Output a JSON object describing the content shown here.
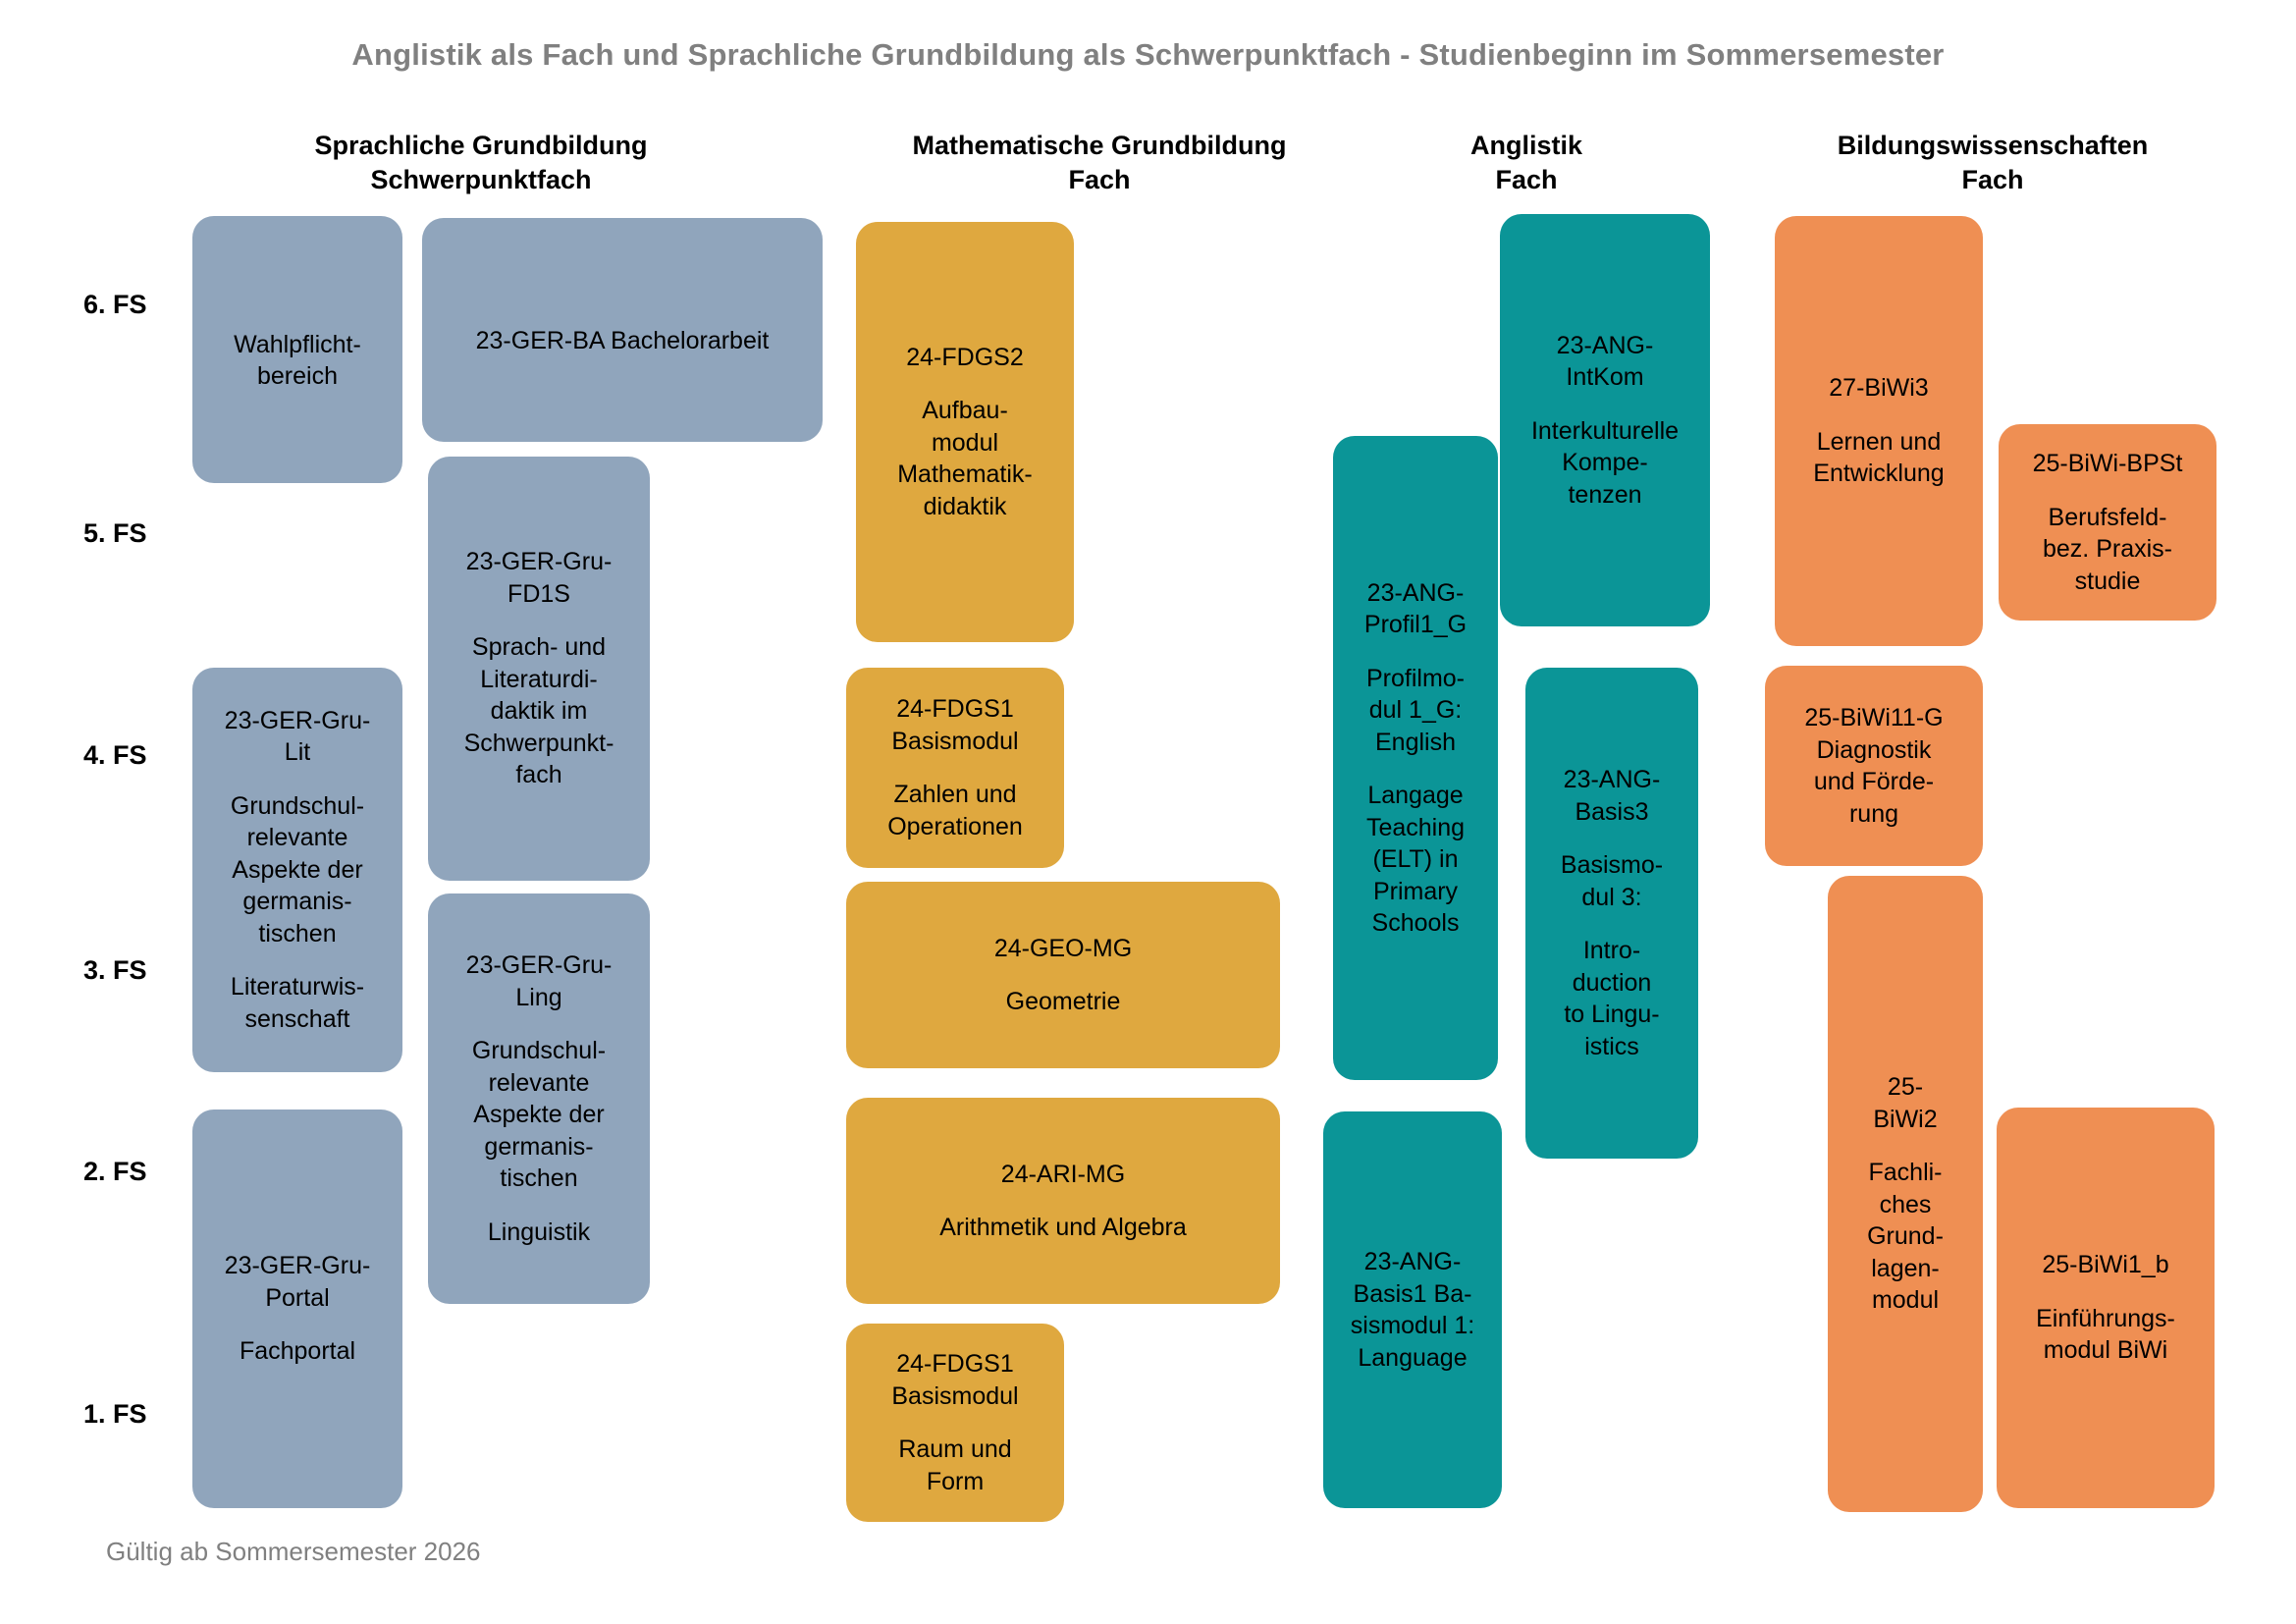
{
  "title": "Anglistik als Fach und Sprachliche Grundbildung als Schwerpunktfach - Studienbeginn im Sommersemester",
  "footnote": "Gültig ab Sommersemester 2026",
  "colors": {
    "blue": "#90a5bc",
    "gold": "#dfa83f",
    "teal": "#0b9597",
    "salmon": "#ef8f53",
    "title_gray": "#808080"
  },
  "column_headers": [
    {
      "line1": "Sprachliche Grundbildung",
      "line2": "Schwerpunktfach"
    },
    {
      "line1": "Mathematische Grundbildung",
      "line2": "Fach"
    },
    {
      "line1": "Anglistik",
      "line2": "Fach"
    },
    {
      "line1": "Bildungswissenschaften",
      "line2": "Fach"
    }
  ],
  "semester_labels": [
    {
      "label": "6. FS"
    },
    {
      "label": "5. FS"
    },
    {
      "label": "4. FS"
    },
    {
      "label": "3. FS"
    },
    {
      "label": "2. FS"
    },
    {
      "label": "1. FS"
    }
  ],
  "modules": [
    {
      "code": "",
      "paras": [
        "Wahlpflicht-\nbereich"
      ],
      "color": "blue"
    },
    {
      "code": "",
      "paras": [
        "23-GER-BA Bachelorarbeit"
      ],
      "color": "blue"
    },
    {
      "code": "23-GER-Gru-\nFD1S",
      "paras": [
        "Sprach- und\nLiteraturdi-\ndaktik im\nSchwerpunkt-\nfach"
      ],
      "color": "blue"
    },
    {
      "code": "23-GER-Gru-\nLit",
      "paras": [
        "Grundschul-\nrelevante\nAspekte der\ngermanis-\ntischen",
        "Literaturwis-\nsenschaft"
      ],
      "color": "blue"
    },
    {
      "code": "23-GER-Gru-\nLing",
      "paras": [
        "Grundschul-\nrelevante\nAspekte der\ngermanis-\ntischen",
        "Linguistik"
      ],
      "color": "blue"
    },
    {
      "code": "23-GER-Gru-\nPortal",
      "paras": [
        "Fachportal"
      ],
      "color": "blue"
    },
    {
      "code": "24-FDGS2",
      "paras": [
        "Aufbau-\nmodul\nMathematik-\ndidaktik"
      ],
      "color": "gold"
    },
    {
      "code": "24-FDGS1\nBasismodul",
      "paras": [
        "Zahlen und\nOperationen"
      ],
      "color": "gold"
    },
    {
      "code": "24-GEO-MG",
      "paras": [
        "Geometrie"
      ],
      "color": "gold"
    },
    {
      "code": "24-ARI-MG",
      "paras": [
        "Arithmetik und Algebra"
      ],
      "color": "gold"
    },
    {
      "code": "24-FDGS1\nBasismodul",
      "paras": [
        "Raum und\nForm"
      ],
      "color": "gold"
    },
    {
      "code": "23-ANG-\nProfil1_G",
      "paras": [
        "Profilmo-\ndul 1_G:\nEnglish",
        "Langage\nTeaching\n(ELT) in\nPrimary\nSchools"
      ],
      "color": "teal"
    },
    {
      "code": "23-ANG-\nBasis1  Ba-\nsismodul 1:\nLanguage",
      "paras": [],
      "color": "teal"
    },
    {
      "code": "23-ANG-\nIntKom",
      "paras": [
        "Interkulturelle\nKompe-\ntenzen"
      ],
      "color": "teal"
    },
    {
      "code": "23-ANG-\nBasis3",
      "paras": [
        "Basismo-\ndul 3:",
        "Intro-\nduction\nto Lingu-\nistics"
      ],
      "color": "teal"
    },
    {
      "code": "27-BiWi3",
      "paras": [
        "Lernen und\nEntwicklung"
      ],
      "color": "salmon"
    },
    {
      "code": "25-BiWi-BPSt",
      "paras": [
        "Berufsfeld-\nbez. Praxis-\nstudie"
      ],
      "color": "salmon"
    },
    {
      "code": "25-BiWi11-G\nDiagnostik\nund Förde-\nrung",
      "paras": [],
      "color": "salmon"
    },
    {
      "code": "25-\nBiWi2",
      "paras": [
        "Fachli-\nches\nGrund-\nlagen-\nmodul"
      ],
      "color": "salmon"
    },
    {
      "code": "25-BiWi1_b",
      "paras": [
        "Einführungs-\nmodul BiWi"
      ],
      "color": "salmon"
    }
  ]
}
